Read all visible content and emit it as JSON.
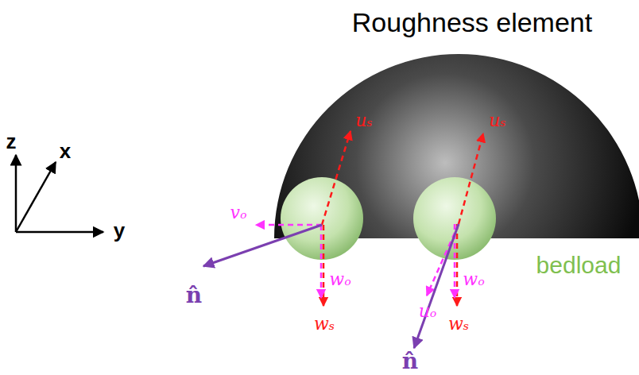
{
  "diagram": {
    "labels": [
      "Roughness element",
      "z",
      "x",
      "y",
      "uₛ",
      "uₛ",
      "vₒ",
      "n̂",
      "wₒ",
      "wₛ",
      "uₒ",
      "wₒ",
      "wₛ",
      "n̂",
      "bedload"
    ]
  }
}
